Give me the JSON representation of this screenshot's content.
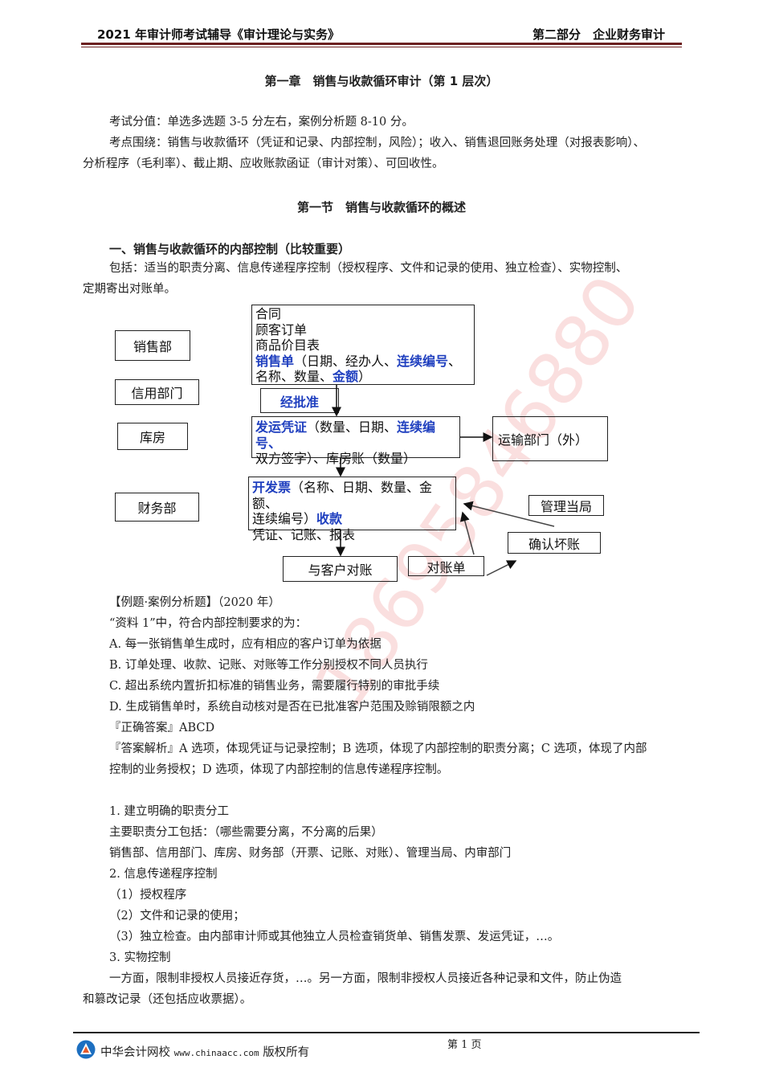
{
  "header": {
    "left": "2021 年审计师考试辅导《审计理论与实务》",
    "right": "第二部分　企业财务审计"
  },
  "chapter_title": "第一章　销售与收款循环审计（第 1 层次）",
  "intro": [
    "考试分值：单选多选题 3-5 分左右，案例分析题 8-10 分。",
    "考点围绕：销售与收款循环（凭证和记录、内部控制，风险）；收入、销售退回账务处理（对报表影响）、",
    "分析程序（毛利率）、截止期、应收账款函证（审计对策）、可回收性。"
  ],
  "section_title": "第一节　销售与收款循环的概述",
  "subsection_title": "一、销售与收款循环的内部控制（比较重要）",
  "subsection_text": [
    "包括：适当的职责分离、信息传递程序控制（授权程序、文件和记录的使用、独立检查）、实物控制、",
    "定期寄出对账单。"
  ],
  "diagram": {
    "departments": [
      "销售部",
      "信用部门",
      "库房",
      "财务部"
    ],
    "box1": {
      "l1": "合同",
      "l2": "顾客订单",
      "l3": "商品价目表",
      "l4a": "销售单",
      "l4b": "（日期、经办人、",
      "l4c": "连续编号",
      "l4d": "、",
      "l5a": "名称、数量、",
      "l5b": "金额",
      "l5c": "）"
    },
    "approve": "经批准",
    "box2": {
      "a": "发运凭证",
      "b": "（数量、日期、",
      "c": "连续编号、",
      "d": "双方签字）、库房账（数量）"
    },
    "transport": "运输部门（外）",
    "box3": {
      "a": "开发票",
      "b": "（名称、日期、数量、金额、",
      "c": "连续编号）",
      "d": "收款",
      "e": "凭证、记账、报表"
    },
    "reconcile": "与客户对账",
    "statement": "对账单",
    "management": "管理当局",
    "bad_debt": "确认坏账",
    "accent_color": "#1f3fbf"
  },
  "example": {
    "title": "【例题·案例分析题】（2020 年）",
    "question": "“资料 1”中，符合内部控制要求的为：",
    "options": [
      "A. 每一张销售单生成时，应有相应的客户订单为依据",
      "B. 订单处理、收款、记账、对账等工作分别授权不同人员执行",
      "C. 超出系统内置折扣标准的销售业务，需要履行特别的审批手续",
      "D. 生成销售单时，系统自动核对是否在已批准客户范围及赊销限额之内"
    ],
    "answer": "『正确答案』ABCD",
    "analysis": [
      "『答案解析』A 选项，体现凭证与记录控制；B 选项，体现了内部控制的职责分离；C 选项，体现了内部",
      "控制的业务授权；D 选项，体现了内部控制的信息传递程序控制。"
    ]
  },
  "body": [
    "1. 建立明确的职责分工",
    "主要职责分工包括：（哪些需要分离，不分离的后果）",
    "销售部、信用部门、库房、财务部（开票、记账、对账）、管理当局、内审部门",
    "2. 信息传递程序控制",
    "（1）授权程序",
    "（2）文件和记录的使用；",
    "（3）独立检查。由内部审计师或其他独立人员检查销货单、销售发票、发运凭证，…。",
    "3. 实物控制",
    "一方面，限制非授权人员接近存货，…。另一方面，限制非授权人员接近各种记录和文件，防止伪造",
    "和篡改记录（还包括应收票据）。"
  ],
  "footer": {
    "brand": "中华会计网校",
    "url": "www.chinaacc.com",
    "rights": "版权所有",
    "page": "第 1 页",
    "logo_icon": "chinaacc-logo-icon"
  },
  "watermark": "18695846880"
}
